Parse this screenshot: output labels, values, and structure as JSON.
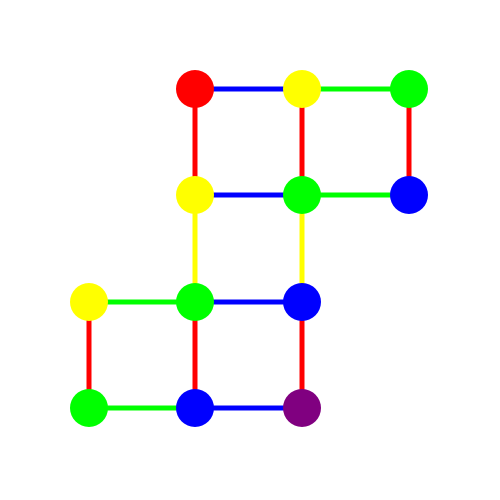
{
  "colors": {
    "background": "#ffffff",
    "red": "#ff0000",
    "yellow": "#ffff00",
    "green": "#00ff00",
    "blue": "#0000ff",
    "purple": "#800080"
  },
  "graph": {
    "nodes": [
      {
        "id": "n1",
        "color": "red"
      },
      {
        "id": "n2",
        "color": "yellow"
      },
      {
        "id": "n3",
        "color": "green"
      },
      {
        "id": "n4",
        "color": "yellow"
      },
      {
        "id": "n5",
        "color": "green"
      },
      {
        "id": "n6",
        "color": "blue"
      },
      {
        "id": "n7",
        "color": "yellow"
      },
      {
        "id": "n8",
        "color": "green"
      },
      {
        "id": "n9",
        "color": "blue"
      },
      {
        "id": "n10",
        "color": "green"
      },
      {
        "id": "n11",
        "color": "blue"
      },
      {
        "id": "n12",
        "color": "purple"
      }
    ],
    "edges": [
      {
        "from": "n1",
        "to": "n2",
        "color": "blue"
      },
      {
        "from": "n2",
        "to": "n3",
        "color": "green"
      },
      {
        "from": "n1",
        "to": "n4",
        "color": "red"
      },
      {
        "from": "n2",
        "to": "n5",
        "color": "red"
      },
      {
        "from": "n3",
        "to": "n6",
        "color": "red"
      },
      {
        "from": "n4",
        "to": "n5",
        "color": "blue"
      },
      {
        "from": "n5",
        "to": "n6",
        "color": "green"
      },
      {
        "from": "n4",
        "to": "n8",
        "color": "yellow"
      },
      {
        "from": "n5",
        "to": "n9",
        "color": "yellow"
      },
      {
        "from": "n7",
        "to": "n8",
        "color": "green"
      },
      {
        "from": "n8",
        "to": "n9",
        "color": "blue"
      },
      {
        "from": "n7",
        "to": "n10",
        "color": "red"
      },
      {
        "from": "n8",
        "to": "n11",
        "color": "red"
      },
      {
        "from": "n9",
        "to": "n12",
        "color": "red"
      },
      {
        "from": "n10",
        "to": "n11",
        "color": "green"
      },
      {
        "from": "n11",
        "to": "n12",
        "color": "blue"
      }
    ]
  }
}
